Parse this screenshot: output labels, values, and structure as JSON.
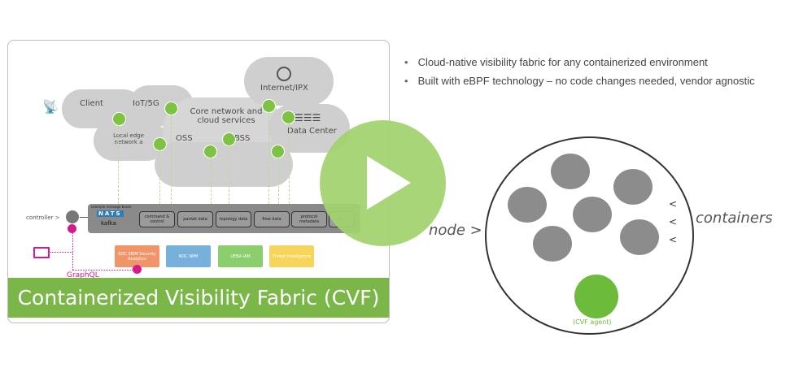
{
  "diagram": {
    "clouds": {
      "client": "Client",
      "iot": "IoT/5G",
      "core": "Core network and cloud services",
      "internet": "Internet/IPX",
      "local_edge": "Local edge network a",
      "data_center": "Data Center",
      "oss": "OSS",
      "bss": "BSS"
    },
    "controller_label": "controller >",
    "bus": {
      "title": "example message buses",
      "brands": [
        "NATS",
        "kafka"
      ],
      "boxes": [
        "command & control",
        "packet data",
        "topology data",
        "flow data",
        "protocol metadata",
        "en..."
      ]
    },
    "services": [
      {
        "label": "SOC SIEM Security Analytics",
        "color": "#f0956a"
      },
      {
        "label": "NOC NPM",
        "color": "#78b0dc"
      },
      {
        "label": "UEBA IAM",
        "color": "#8ccd6e"
      },
      {
        "label": "Threat Intelligence",
        "color": "#f7d55a"
      }
    ],
    "graphql_label": "GraphQL",
    "banner": "Containerized Visibility Fabric (CVF)"
  },
  "bullets": [
    "Cloud-native visibility fabric for any containerized environment",
    "Built with eBPF technology – no code changes needed, vendor agnostic"
  ],
  "node_diagram": {
    "node_label": "node >",
    "containers_label": "containers",
    "agent_label": "(CVF agent)"
  },
  "player": {
    "play_button": "play-icon"
  },
  "colors": {
    "accent": "#7ab648",
    "graphql": "#d6198c"
  }
}
